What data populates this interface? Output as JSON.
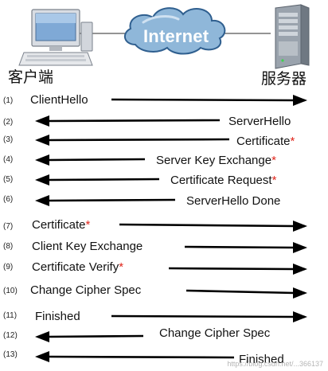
{
  "header": {
    "internet_label": "Internet",
    "client_label": "客户端",
    "server_label": "服务器"
  },
  "messages": [
    {
      "num": "(1)",
      "label": "ClientHello",
      "star": "",
      "direction": "right"
    },
    {
      "num": "(2)",
      "label": "ServerHello",
      "star": "",
      "direction": "left"
    },
    {
      "num": "(3)",
      "label": "Certificate",
      "star": "*",
      "direction": "left"
    },
    {
      "num": "(4)",
      "label": "Server Key Exchange",
      "star": "*",
      "direction": "left"
    },
    {
      "num": "(5)",
      "label": "Certificate Request",
      "star": "*",
      "direction": "left"
    },
    {
      "num": "(6)",
      "label": "ServerHello Done",
      "star": "",
      "direction": "left"
    },
    {
      "num": "(7)",
      "label": "Certificate",
      "star": "*",
      "direction": "right"
    },
    {
      "num": "(8)",
      "label": "Client Key Exchange",
      "star": "",
      "direction": "right"
    },
    {
      "num": "(9)",
      "label": "Certificate Verify",
      "star": "*",
      "direction": "right"
    },
    {
      "num": "(10)",
      "label": "Change Cipher Spec",
      "star": "",
      "direction": "right"
    },
    {
      "num": "(11)",
      "label": "Finished",
      "star": "",
      "direction": "right"
    },
    {
      "num": "(12)",
      "label": "Change Cipher Spec",
      "star": "",
      "direction": "left"
    },
    {
      "num": "(13)",
      "label": "Finished",
      "star": "",
      "direction": "left"
    }
  ],
  "watermark": "https://blog.csdn.net/...366137",
  "colors": {
    "cloud_fill": "#8fb7d9",
    "cloud_stroke": "#2f5f8f",
    "arrow": "#000000",
    "star": "#e0261c"
  },
  "icons": {
    "client": "desktop-computer-icon",
    "server": "server-tower-icon",
    "network": "cloud-icon"
  }
}
